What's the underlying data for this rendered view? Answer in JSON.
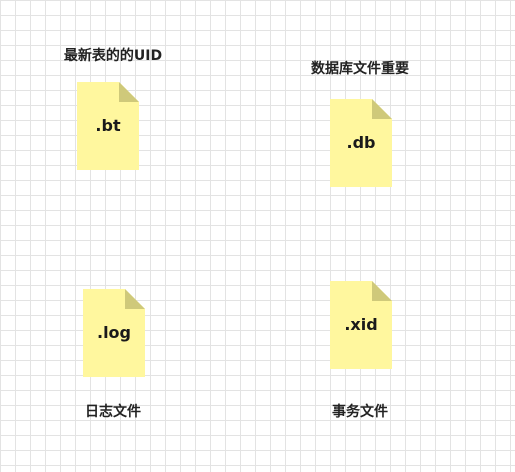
{
  "colors": {
    "background": "#ffffff",
    "grid": "#e3e3e3",
    "file_body": "#fff79e",
    "file_fold": "#cfc97a",
    "text": "#222222"
  },
  "files": [
    {
      "ext": ".bt",
      "caption": "最新表的的UID",
      "icon": "file-icon"
    },
    {
      "ext": ".db",
      "caption": "数据库文件重要",
      "icon": "file-icon"
    },
    {
      "ext": ".log",
      "caption": "日志文件",
      "icon": "file-icon"
    },
    {
      "ext": ".xid",
      "caption": "事务文件",
      "icon": "file-icon"
    }
  ]
}
